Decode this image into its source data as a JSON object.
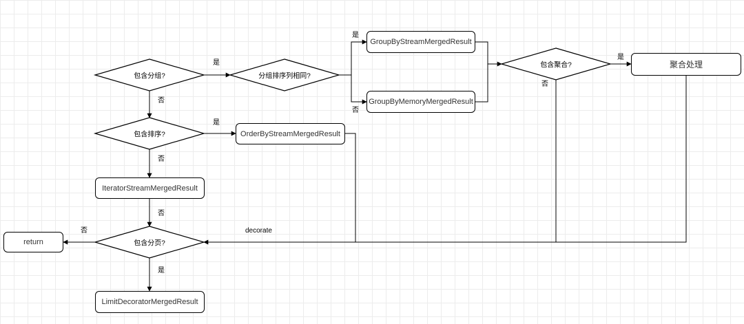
{
  "decisions": {
    "has_group": "包含分组?",
    "group_sort_same": "分组排序列相同?",
    "has_aggregation": "包含聚合?",
    "has_order": "包含排序?",
    "has_pagination": "包含分页?"
  },
  "processes": {
    "group_by_stream": "GroupByStreamMergedResult",
    "group_by_memory": "GroupByMemoryMergedResult",
    "aggregation": "聚合处理",
    "order_by_stream": "OrderByStreamMergedResult",
    "iterator_stream": "IteratorStreamMergedResult",
    "return": "return",
    "limit_decorator": "LimitDecoratorMergedResult"
  },
  "edge_labels": {
    "yes": "是",
    "no": "否",
    "decorate": "decorate"
  }
}
